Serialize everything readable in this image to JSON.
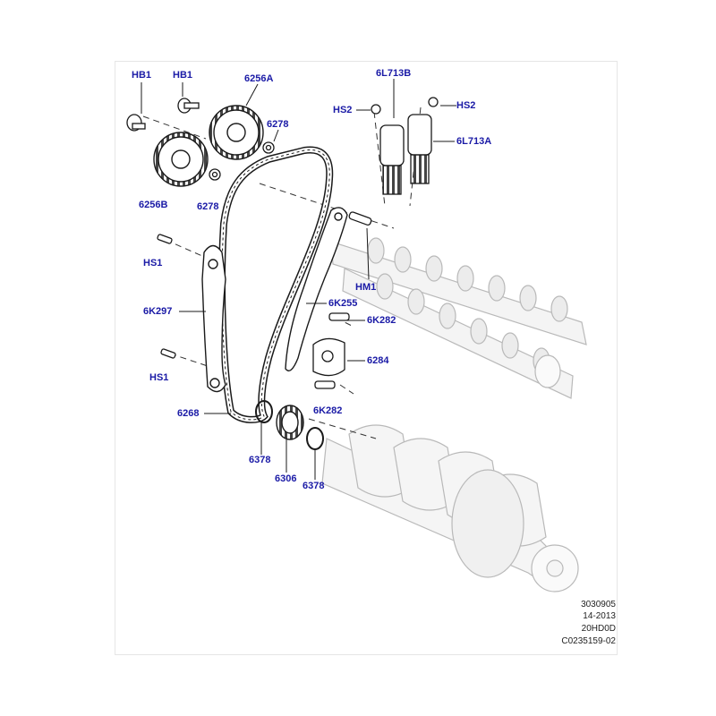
{
  "colors": {
    "label": "#1a1aa6",
    "line": "#1a1a1a",
    "ghost": "#b9b9b9",
    "page": "#ffffff"
  },
  "labels": {
    "hb1_left": "HB1",
    "hb1_right": "HB1",
    "p6256a": "6256A",
    "p6278_top": "6278",
    "p6256b": "6256B",
    "p6278_bottom": "6278",
    "p6l713b": "6L713B",
    "hs2_left": "HS2",
    "hs2_right": "HS2",
    "p6l713a": "6L713A",
    "hs1_top": "HS1",
    "hm1": "HM1",
    "p6k297": "6K297",
    "p6k255": "6K255",
    "p6k282_top": "6K282",
    "p6284": "6284",
    "hs1_bottom": "HS1",
    "p6268": "6268",
    "p6k282_bottom": "6K282",
    "p6378_left": "6378",
    "p6306": "6306",
    "p6378_right": "6378"
  },
  "footer": {
    "line1": "3030905",
    "line2": "14-2013",
    "line3": "20HD0D",
    "line4": "C0235159-02"
  }
}
